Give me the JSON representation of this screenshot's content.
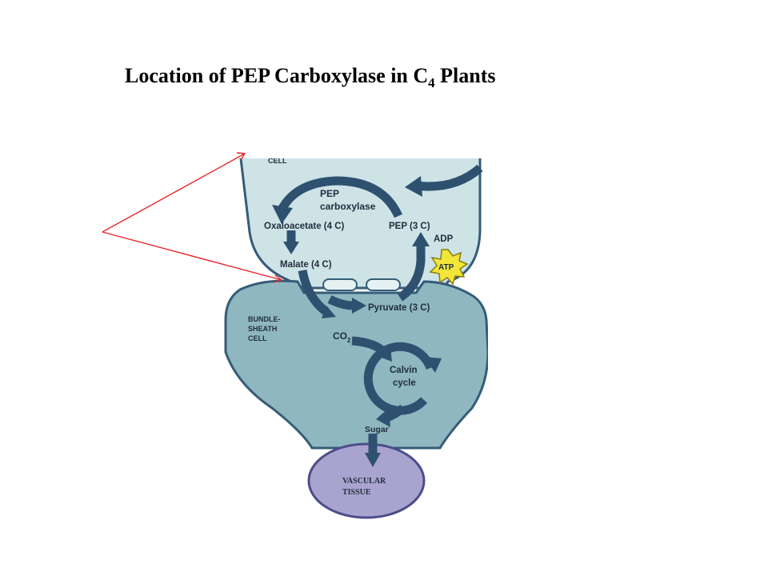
{
  "title": {
    "main": "Location of PEP Carboxylase in C",
    "subscript": "4",
    "suffix": " Plants"
  },
  "diagram": {
    "mesophyll_label": "CELL",
    "enzyme_line1": "PEP",
    "enzyme_line2": "carboxylase",
    "oxaloacetate": "Oxaloacetate (4 C)",
    "pep": "PEP (3 C)",
    "adp": "ADP",
    "atp": "ATP",
    "malate": "Malate (4 C)",
    "pyruvate": "Pyruvate (3 C)",
    "bundle_sheath_line1": "BUNDLE-",
    "bundle_sheath_line2": "SHEATH",
    "bundle_sheath_line3": "CELL",
    "co2": "CO",
    "co2_subscript": "2",
    "calvin_line1": "Calvin",
    "calvin_line2": "cycle",
    "sugar": "Sugar",
    "vascular_line1": "VASCULAR",
    "vascular_line2": "TISSUE"
  },
  "colors": {
    "mesophyll_fill": "#cde3e6",
    "bundle_sheath_fill": "#8fb7bf",
    "vascular_fill": "#a9a3cf",
    "arrow": "#2f5170",
    "atp_star": "#f2e63a",
    "pointer_lines": "#e8262b",
    "outline": "#355c78"
  }
}
